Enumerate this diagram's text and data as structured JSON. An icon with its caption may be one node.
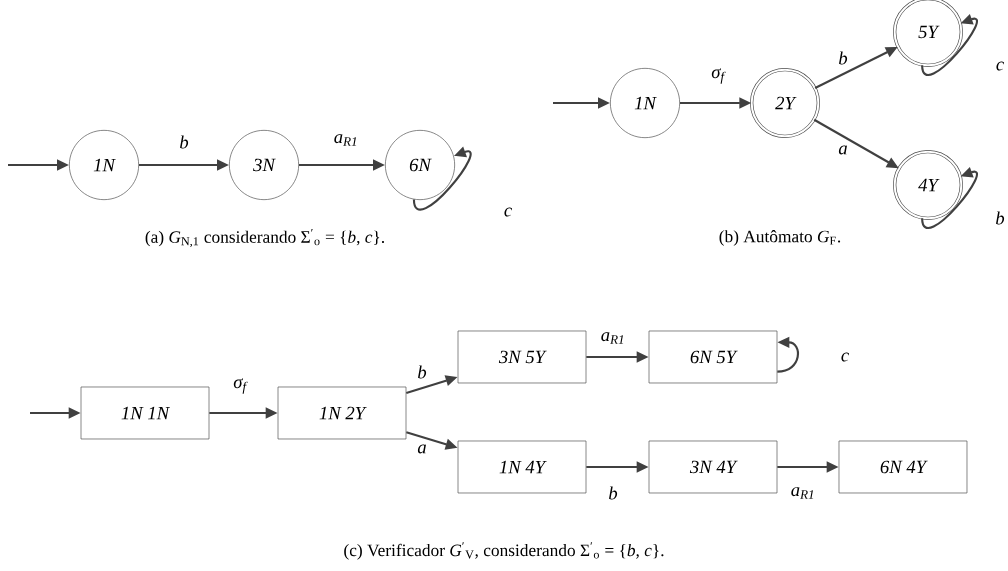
{
  "diagram": {
    "nodes": [
      {
        "text": [
          "1N"
        ]
      },
      {
        "text": [
          "3N"
        ]
      },
      {
        "text": [
          "6N"
        ]
      },
      {
        "text": [
          "1N"
        ]
      },
      {
        "text": [
          "2Y"
        ]
      },
      {
        "text": [
          "5Y"
        ]
      },
      {
        "text": [
          "4Y"
        ]
      },
      {
        "text": [
          "1N 1N"
        ]
      },
      {
        "text": [
          "1N 2Y"
        ]
      },
      {
        "text": [
          "3N 5Y"
        ]
      },
      {
        "text": [
          "6N 5Y"
        ]
      },
      {
        "text": [
          "1N 4Y"
        ]
      },
      {
        "text": [
          "3N 4Y"
        ]
      },
      {
        "text": [
          "6N 4Y"
        ]
      }
    ],
    "edges": [
      {
        "from": null,
        "to": 0,
        "arrow": "to"
      },
      {
        "from": 0,
        "to": 1,
        "arrow": "to",
        "label": "b"
      },
      {
        "from": 1,
        "to": 2,
        "arrow": "to",
        "label": "a$_{R1}$"
      },
      {
        "from": 2,
        "to": 2,
        "arrow": "to",
        "label": "c"
      },
      {
        "from": null,
        "to": 3,
        "arrow": "to"
      },
      {
        "from": 3,
        "to": 4,
        "arrow": "to",
        "label": "σ$_{f}$"
      },
      {
        "from": 4,
        "to": 5,
        "arrow": "to",
        "label": "b"
      },
      {
        "from": 4,
        "to": 6,
        "arrow": "to",
        "label": "a"
      },
      {
        "from": 5,
        "to": 5,
        "arrow": "to",
        "label": "c"
      },
      {
        "from": 6,
        "to": 6,
        "arrow": "to",
        "label": "b"
      },
      {
        "from": null,
        "to": 7,
        "arrow": "to"
      },
      {
        "from": 7,
        "to": 8,
        "arrow": "to",
        "label": "σ$_{f}$"
      },
      {
        "from": 8,
        "to": 9,
        "arrow": "to",
        "label": "b"
      },
      {
        "from": 8,
        "to": 11,
        "arrow": "to",
        "label": "a"
      },
      {
        "from": 9,
        "to": 10,
        "arrow": "to",
        "label": "a$_{R1}$"
      },
      {
        "from": 10,
        "to": 10,
        "arrow": "to",
        "label": "c"
      },
      {
        "from": 11,
        "to": 12,
        "arrow": "to",
        "label": "b"
      },
      {
        "from": 12,
        "to": 13,
        "arrow": "to",
        "label": "a$_{R1}$"
      }
    ],
    "labels": [
      "(a) *G*$_{N,1}$ considerando Σ$^{′}$$_{o}$ = {*b*, *c*}.",
      "(b) Autômato *G*$_{F}$.",
      "(c) Verificador *G*$^{′}$$_{V}$, considerando Σ$^{′}$$_{o}$ = {*b*, *c*}."
    ]
  }
}
